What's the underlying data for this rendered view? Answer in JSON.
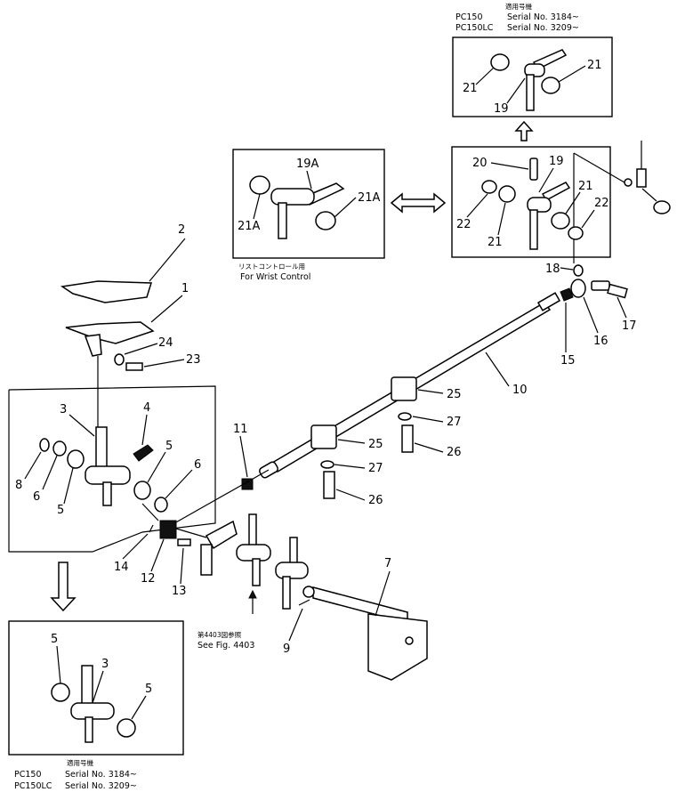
{
  "top_variant": {
    "jp_heading": "適用号機",
    "rows": [
      {
        "model": "PC150",
        "serial": "Serial No. 3184~"
      },
      {
        "model": "PC150LC",
        "serial": "Serial No. 3209~"
      }
    ],
    "labels": [
      "21",
      "21",
      "19"
    ]
  },
  "wrist_box": {
    "labels": [
      "19A",
      "21A",
      "21A"
    ],
    "caption_jp": "リストコントロール用",
    "caption_en": "For Wrist Control"
  },
  "right_box": {
    "labels": [
      "20",
      "19",
      "21",
      "22",
      "22",
      "21"
    ]
  },
  "main": {
    "callouts": [
      "2",
      "1",
      "24",
      "23",
      "3",
      "4",
      "5",
      "6",
      "8",
      "6",
      "5",
      "14",
      "12",
      "13",
      "11",
      "25",
      "27",
      "26",
      "25",
      "27",
      "26",
      "10",
      "18",
      "15",
      "16",
      "17",
      "7",
      "9"
    ],
    "see_fig_jp": "第4403図参照",
    "see_fig_en": "See Fig. 4403"
  },
  "bottom_variant": {
    "labels": [
      "5",
      "3",
      "5"
    ],
    "jp_heading": "適用号機",
    "rows": [
      {
        "model": "PC150",
        "serial": "Serial No. 3184~"
      },
      {
        "model": "PC150LC",
        "serial": "Serial No. 3209~"
      }
    ]
  }
}
